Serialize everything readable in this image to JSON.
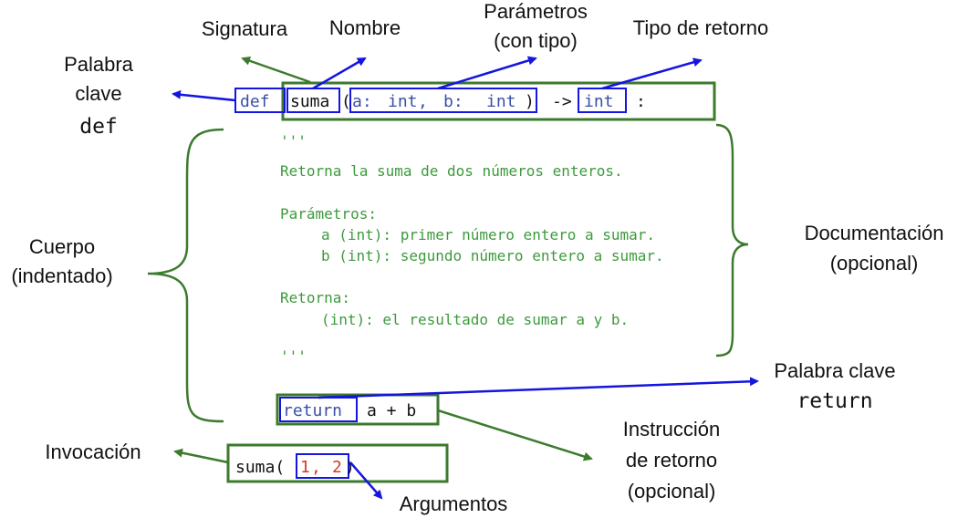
{
  "colors": {
    "green": "#3c7a2e",
    "blue": "#1515e0",
    "keyword": "#3a4fa8",
    "docstring": "#3d9a3d",
    "number": "#d13a2a",
    "text": "#111111"
  },
  "labels": {
    "signatura": "Signatura",
    "nombre": "Nombre",
    "parametros_line1": "Parámetros",
    "parametros_line2": "(con tipo)",
    "tipo_retorno": "Tipo de retorno",
    "palabra_clave_def_line1": "Palabra",
    "palabra_clave_def_line2": "clave",
    "palabra_clave_def_line3": "def",
    "cuerpo_line1": "Cuerpo",
    "cuerpo_line2": "(indentado)",
    "documentacion_line1": "Documentación",
    "documentacion_line2": "(opcional)",
    "palabra_clave_return_line1": "Palabra clave",
    "palabra_clave_return_line2": "return",
    "instruccion_line1": "Instrucción",
    "instruccion_line2": "de retorno",
    "instruccion_line3": "(opcional)",
    "invocacion": "Invocación",
    "argumentos": "Argumentos"
  },
  "code": {
    "def_kw": "def",
    "func_name": "suma",
    "open_paren": "(",
    "param_a": "a:",
    "type_int_1": "int",
    "comma": ",",
    "param_b": "b:",
    "type_int_2": "int",
    "close_paren": ")",
    "arrow": "->",
    "return_type": "int",
    "colon": ":",
    "return_kw": "return",
    "return_expr": "a + b",
    "call_name": "suma(",
    "arg1": "1",
    "call_comma": ",",
    "arg2": "2",
    "call_close": ")"
  },
  "docstring": {
    "open": "'''",
    "line1": "Retorna la suma de dos números enteros.",
    "line2": "Parámetros:",
    "line3": "a (int): primer número entero a sumar.",
    "line4": "b (int): segundo número entero a sumar.",
    "line5": "Retorna:",
    "line6": "(int): el resultado de sumar a y b.",
    "close": "'''"
  }
}
